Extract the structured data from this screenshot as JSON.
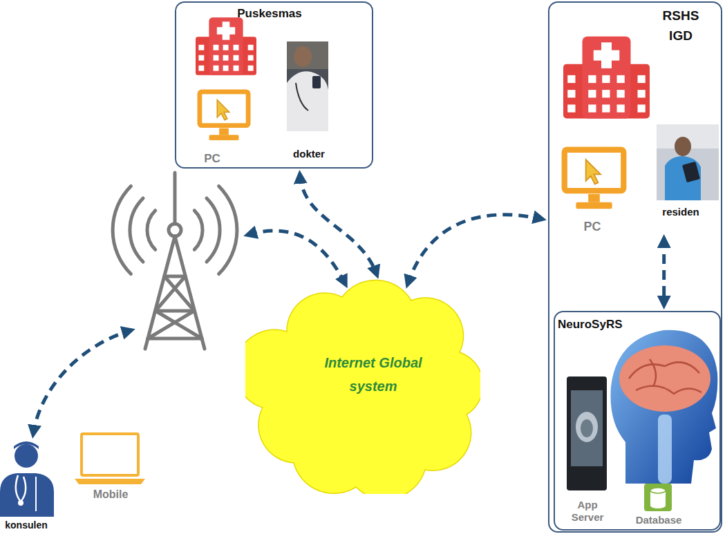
{
  "diagram": {
    "nodes": [
      {
        "text": [
          "Puskesmas",
          "dokter",
          "PC"
        ]
      },
      {
        "text": [
          "RSHS IGD",
          "residen",
          "PC"
        ]
      },
      {
        "text": [
          "NeuroSyRS",
          "App Server",
          "Database"
        ],
        "in": 1
      },
      {
        "text": [
          "Internet Global system"
        ]
      },
      {
        "text": [
          "konsulen",
          "Mobile"
        ]
      }
    ],
    "edges": [
      {
        "from": 0,
        "to": 3,
        "arrow": "both"
      },
      {
        "from": 3,
        "to": 1,
        "arrow": "both"
      },
      {
        "from": 1,
        "to": 2,
        "arrow": "both"
      },
      {
        "from": 4,
        "to": 3,
        "arrow": "both"
      }
    ]
  }
}
